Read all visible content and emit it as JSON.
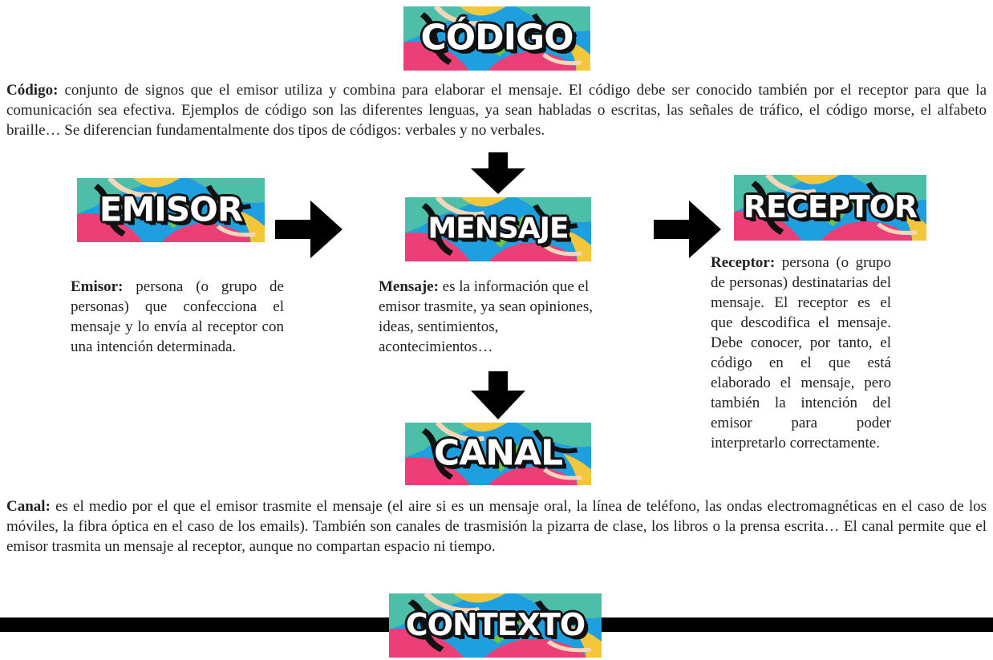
{
  "codigo": {
    "banner": "CÓDIGO",
    "term": "Código:",
    "text": " conjunto de signos que el emisor utiliza y combina para elaborar el mensaje. El código debe ser conocido también por el receptor para que la comunicación sea efectiva. Ejemplos de código son las diferentes lenguas, ya sean habladas o escritas, las señales de tráfico, el código morse, el alfabeto braille… Se diferencian fundamentalmente dos tipos de códigos: verbales y no verbales."
  },
  "emisor": {
    "banner": "EMISOR",
    "term": "Emisor:",
    "text": " persona (o grupo de personas) que confecciona el mensaje y lo envía al receptor con una intención determinada."
  },
  "mensaje": {
    "banner": "MENSAJE",
    "term": "Mensaje:",
    "text": " es la información que el emisor trasmite, ya sean opiniones, ideas, sentimientos, acontecimientos…"
  },
  "receptor": {
    "banner": "RECEPTOR",
    "term": "Receptor:",
    "text": " persona (o grupo de personas) destinatarias del mensaje. El receptor es el que descodifica el mensaje. Debe conocer, por tanto, el código en el que está elaborado el mensaje, pero también la intención del emisor para poder interpretarlo correctamente."
  },
  "canal": {
    "banner": "CANAL",
    "term": "Canal:",
    "text": " es el medio por el que el emisor trasmite el mensaje (el aire si es un mensaje oral, la línea de teléfono, las ondas electromagnéticas en el caso de los móviles, la fibra óptica en el caso de los emails). También son canales de trasmisión la pizarra de clase, los libros o la prensa escrita… El canal permite que el emisor trasmita un mensaje al receptor, aunque no compartan espacio ni tiempo."
  },
  "contexto": {
    "banner": "CONTEXTO"
  },
  "colors": {
    "teal": "#4dbfa8",
    "blue": "#1e9fe0",
    "pink": "#ec3f78",
    "yellow": "#f4c63a",
    "green": "#6cc24a",
    "cream": "#f6d6b8",
    "dark": "#111111"
  }
}
